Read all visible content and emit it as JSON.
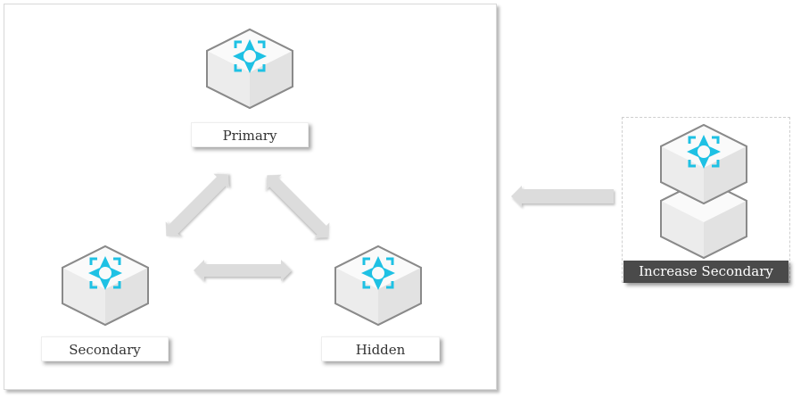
{
  "diagram": {
    "title": "Replica set roles",
    "nodes": [
      {
        "id": "primary",
        "label": "Primary",
        "icon": "replica-node-icon"
      },
      {
        "id": "secondary",
        "label": "Secondary",
        "icon": "replica-node-icon"
      },
      {
        "id": "hidden",
        "label": "Hidden",
        "icon": "replica-node-icon"
      }
    ],
    "edges": [
      {
        "from": "primary",
        "to": "secondary",
        "type": "bidirectional"
      },
      {
        "from": "primary",
        "to": "hidden",
        "type": "bidirectional"
      },
      {
        "from": "secondary",
        "to": "hidden",
        "type": "bidirectional"
      }
    ],
    "action": {
      "label": "Increase Secondary",
      "direction": "into-replica-set",
      "icons": [
        "replica-node-icon",
        "node-icon"
      ]
    },
    "colors": {
      "accent": "#1ec1e4",
      "cube_edge": "#8a8a8a",
      "cube_top": "#f7f7f7",
      "cube_left": "#ebebeb",
      "cube_right": "#dedede",
      "arrow": "#dcdcdc",
      "dark_label": "#4a4a4a"
    }
  }
}
